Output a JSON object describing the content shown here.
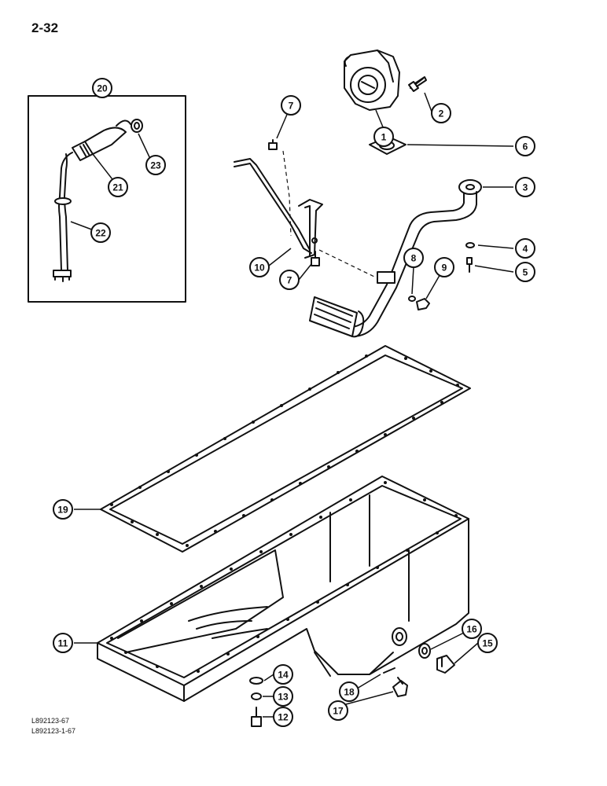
{
  "page_number": "2-32",
  "figure_refs": [
    "L892123-67",
    "L892123-1-67"
  ],
  "callouts": [
    "1",
    "2",
    "3",
    "4",
    "5",
    "6",
    "7",
    "7",
    "8",
    "9",
    "10",
    "11",
    "12",
    "13",
    "14",
    "15",
    "16",
    "17",
    "18",
    "19",
    "20",
    "21",
    "22",
    "23"
  ]
}
